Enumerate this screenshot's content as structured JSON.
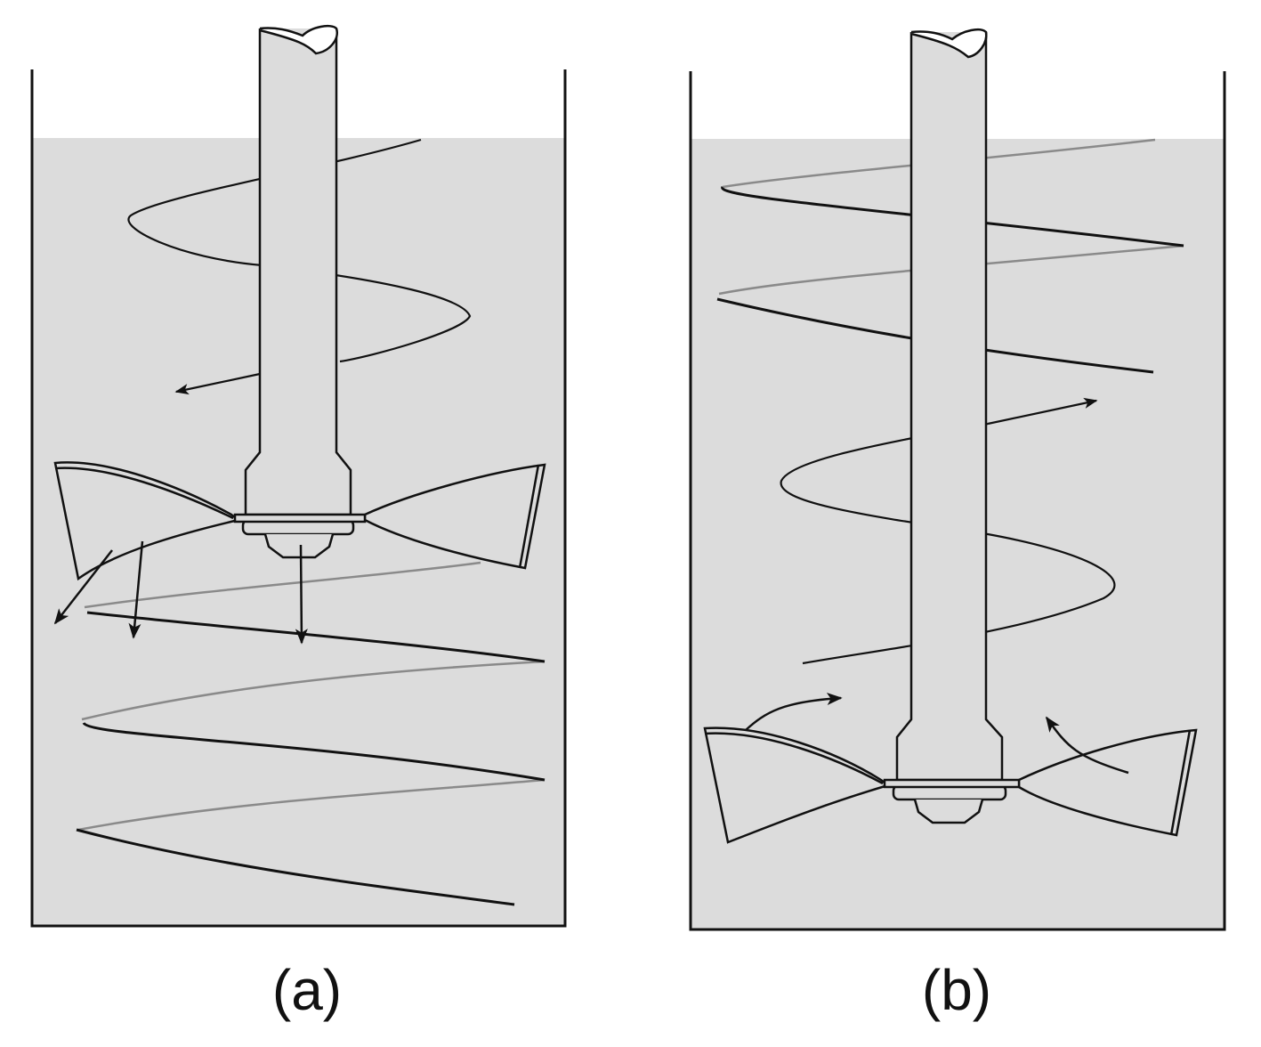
{
  "panels": [
    {
      "caption": "(a)",
      "flow_direction": "down"
    },
    {
      "caption": "(b)",
      "flow_direction": "up"
    }
  ],
  "colors": {
    "liquid": "#dcdcdc",
    "outline": "#111111",
    "helix_front": "#111111",
    "helix_back": "#8a8a8a",
    "background": "#ffffff"
  }
}
